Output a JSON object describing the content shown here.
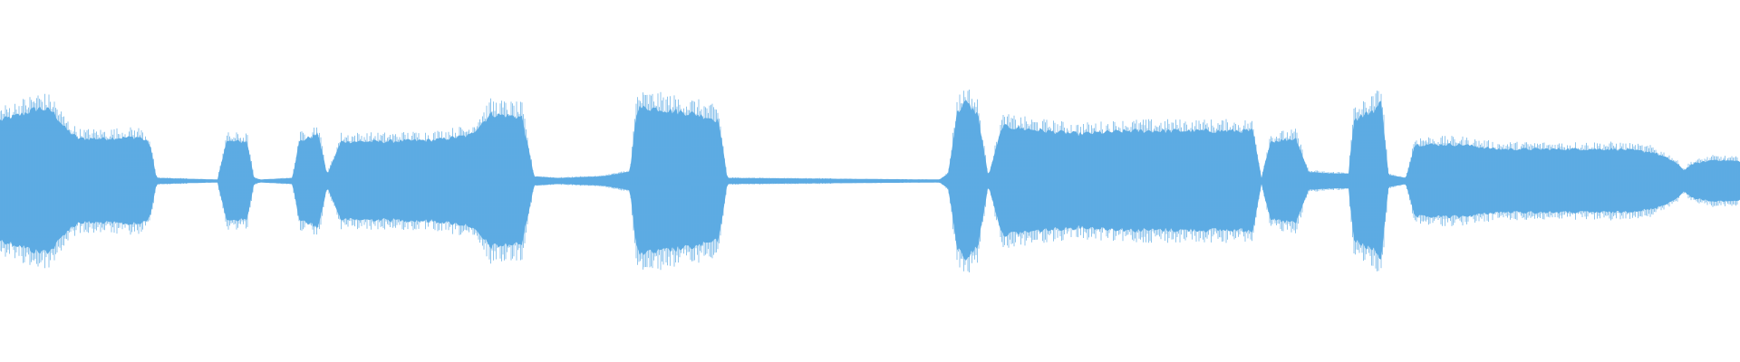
{
  "waveform": {
    "color": "#5dabe3",
    "background": "#ffffff",
    "amplitude_envelope": [
      [
        0.0,
        0.4
      ],
      [
        0.01,
        0.43
      ],
      [
        0.022,
        0.48
      ],
      [
        0.03,
        0.46
      ],
      [
        0.038,
        0.34
      ],
      [
        0.045,
        0.28
      ],
      [
        0.06,
        0.28
      ],
      [
        0.08,
        0.29
      ],
      [
        0.086,
        0.25
      ],
      [
        0.09,
        0.02
      ],
      [
        0.125,
        0.01
      ],
      [
        0.13,
        0.26
      ],
      [
        0.142,
        0.26
      ],
      [
        0.146,
        0.02
      ],
      [
        0.15,
        0.01
      ],
      [
        0.168,
        0.02
      ],
      [
        0.172,
        0.26
      ],
      [
        0.183,
        0.31
      ],
      [
        0.188,
        0.04
      ],
      [
        0.196,
        0.26
      ],
      [
        0.22,
        0.26
      ],
      [
        0.25,
        0.27
      ],
      [
        0.27,
        0.3
      ],
      [
        0.282,
        0.44
      ],
      [
        0.3,
        0.42
      ],
      [
        0.307,
        0.03
      ],
      [
        0.32,
        0.02
      ],
      [
        0.345,
        0.03
      ],
      [
        0.362,
        0.06
      ],
      [
        0.366,
        0.48
      ],
      [
        0.375,
        0.48
      ],
      [
        0.4,
        0.44
      ],
      [
        0.413,
        0.4
      ],
      [
        0.418,
        0.02
      ],
      [
        0.54,
        0.01
      ],
      [
        0.545,
        0.05
      ],
      [
        0.55,
        0.45
      ],
      [
        0.555,
        0.52
      ],
      [
        0.562,
        0.44
      ],
      [
        0.568,
        0.03
      ],
      [
        0.576,
        0.36
      ],
      [
        0.6,
        0.33
      ],
      [
        0.62,
        0.31
      ],
      [
        0.65,
        0.33
      ],
      [
        0.68,
        0.33
      ],
      [
        0.72,
        0.33
      ],
      [
        0.725,
        0.02
      ],
      [
        0.73,
        0.26
      ],
      [
        0.745,
        0.28
      ],
      [
        0.752,
        0.06
      ],
      [
        0.765,
        0.05
      ],
      [
        0.775,
        0.05
      ],
      [
        0.778,
        0.4
      ],
      [
        0.79,
        0.47
      ],
      [
        0.794,
        0.52
      ],
      [
        0.798,
        0.04
      ],
      [
        0.808,
        0.02
      ],
      [
        0.813,
        0.24
      ],
      [
        0.84,
        0.24
      ],
      [
        0.86,
        0.21
      ],
      [
        0.88,
        0.21
      ],
      [
        0.905,
        0.21
      ],
      [
        0.93,
        0.21
      ],
      [
        0.95,
        0.19
      ],
      [
        0.962,
        0.13
      ],
      [
        0.968,
        0.07
      ],
      [
        0.972,
        0.11
      ],
      [
        0.985,
        0.14
      ],
      [
        1.0,
        0.13
      ]
    ]
  }
}
